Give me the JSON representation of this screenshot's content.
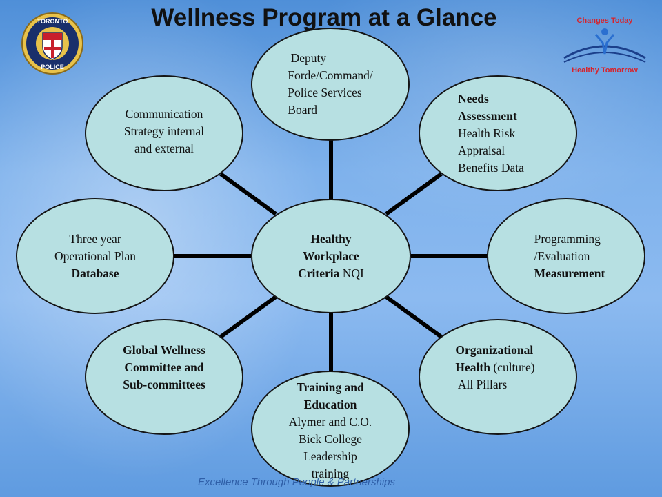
{
  "title": "Wellness Program at a Glance",
  "footer": "Excellence Through People & Partnerships",
  "badge": {
    "top_text": "TORONTO",
    "bottom_text": "POLICE",
    "colors": {
      "ring": "#1a2f6b",
      "gold": "#e8c24a",
      "shield_red": "#c8202c"
    }
  },
  "changes_logo": {
    "top_text": "Changes Today",
    "bottom_text": "Healthy Tomorrow",
    "icon": "person-figure-icon",
    "colors": {
      "text": "#d8222a",
      "arc": "#1b3f8b",
      "figure": "#2a6fd0"
    }
  },
  "colors": {
    "node_fill": "#b7e0e2",
    "node_border": "#151515",
    "connector": "#000000"
  },
  "diagram": {
    "center": {
      "lines": [
        [
          {
            "t": "Healthy",
            "b": true
          }
        ],
        [
          {
            "t": "Workplace",
            "b": true
          }
        ],
        [
          {
            "t": "Criteria",
            "b": true
          },
          {
            "t": " NQI",
            "b": false
          }
        ]
      ]
    },
    "nodes": [
      {
        "id": "top",
        "lines": [
          [
            {
              "t": " Deputy",
              "b": false
            }
          ],
          [
            {
              "t": "Forde/Command/",
              "b": false
            }
          ],
          [
            {
              "t": "Police Services",
              "b": false
            }
          ],
          [
            {
              "t": "Board",
              "b": false
            }
          ]
        ]
      },
      {
        "id": "top-right",
        "lines": [
          [
            {
              "t": "Needs",
              "b": true
            }
          ],
          [
            {
              "t": "Assessment",
              "b": true
            }
          ],
          [
            {
              "t": "Health Risk",
              "b": false
            }
          ],
          [
            {
              "t": "Appraisal",
              "b": false
            }
          ],
          [
            {
              "t": "Benefits Data",
              "b": false
            }
          ]
        ]
      },
      {
        "id": "right",
        "lines": [
          [
            {
              "t": "Programming",
              "b": false
            }
          ],
          [
            {
              "t": "/Evaluation",
              "b": false
            }
          ],
          [
            {
              "t": "Measurement",
              "b": true
            }
          ]
        ]
      },
      {
        "id": "bottom-right",
        "lines": [
          [
            {
              "t": "Organizational",
              "b": true
            }
          ],
          [
            {
              "t": "Health",
              "b": true
            },
            {
              "t": " (culture)",
              "b": false
            }
          ],
          [
            {
              "t": " All Pillars",
              "b": false
            }
          ]
        ]
      },
      {
        "id": "bottom",
        "lines": [
          [
            {
              "t": "Training and",
              "b": true
            }
          ],
          [
            {
              "t": "Education",
              "b": true
            }
          ],
          [
            {
              "t": "Alymer and C.O.",
              "b": false
            }
          ],
          [
            {
              "t": "Bick College",
              "b": false
            }
          ],
          [
            {
              "t": "Leadership",
              "b": false
            }
          ],
          [
            {
              "t": "training",
              "b": false
            }
          ]
        ]
      },
      {
        "id": "bottom-left",
        "lines": [
          [
            {
              "t": "Global Wellness",
              "b": true
            }
          ],
          [
            {
              "t": "Committee and",
              "b": true
            }
          ],
          [
            {
              "t": "Sub-committees",
              "b": true
            }
          ]
        ]
      },
      {
        "id": "left",
        "lines": [
          [
            {
              "t": "Three year",
              "b": false
            }
          ],
          [
            {
              "t": "Operational Plan",
              "b": false
            }
          ],
          [
            {
              "t": "Database",
              "b": true
            }
          ]
        ]
      },
      {
        "id": "top-left",
        "lines": [
          [
            {
              "t": "Communication",
              "b": false
            }
          ],
          [
            {
              "t": "Strategy internal",
              "b": false
            }
          ],
          [
            {
              "t": "and external",
              "b": false
            }
          ]
        ]
      }
    ]
  }
}
